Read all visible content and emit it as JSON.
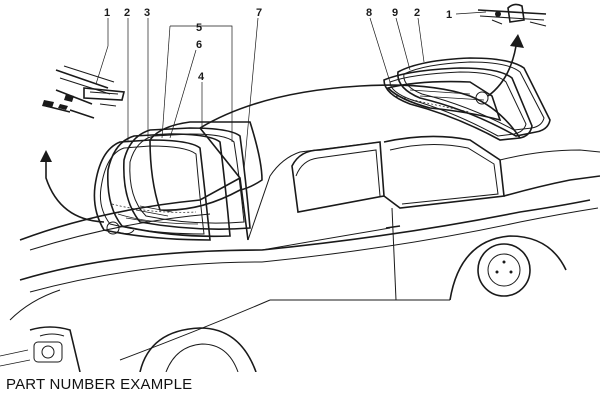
{
  "caption": "PART NUMBER EXAMPLE",
  "callouts": [
    "1",
    "2",
    "3",
    "5",
    "6",
    "4",
    "7",
    "8",
    "9",
    "2",
    "1"
  ],
  "icons": [
    "rear-window-seal-frames",
    "windscreen-seal-frames",
    "clip-parts",
    "car-body-outline"
  ]
}
